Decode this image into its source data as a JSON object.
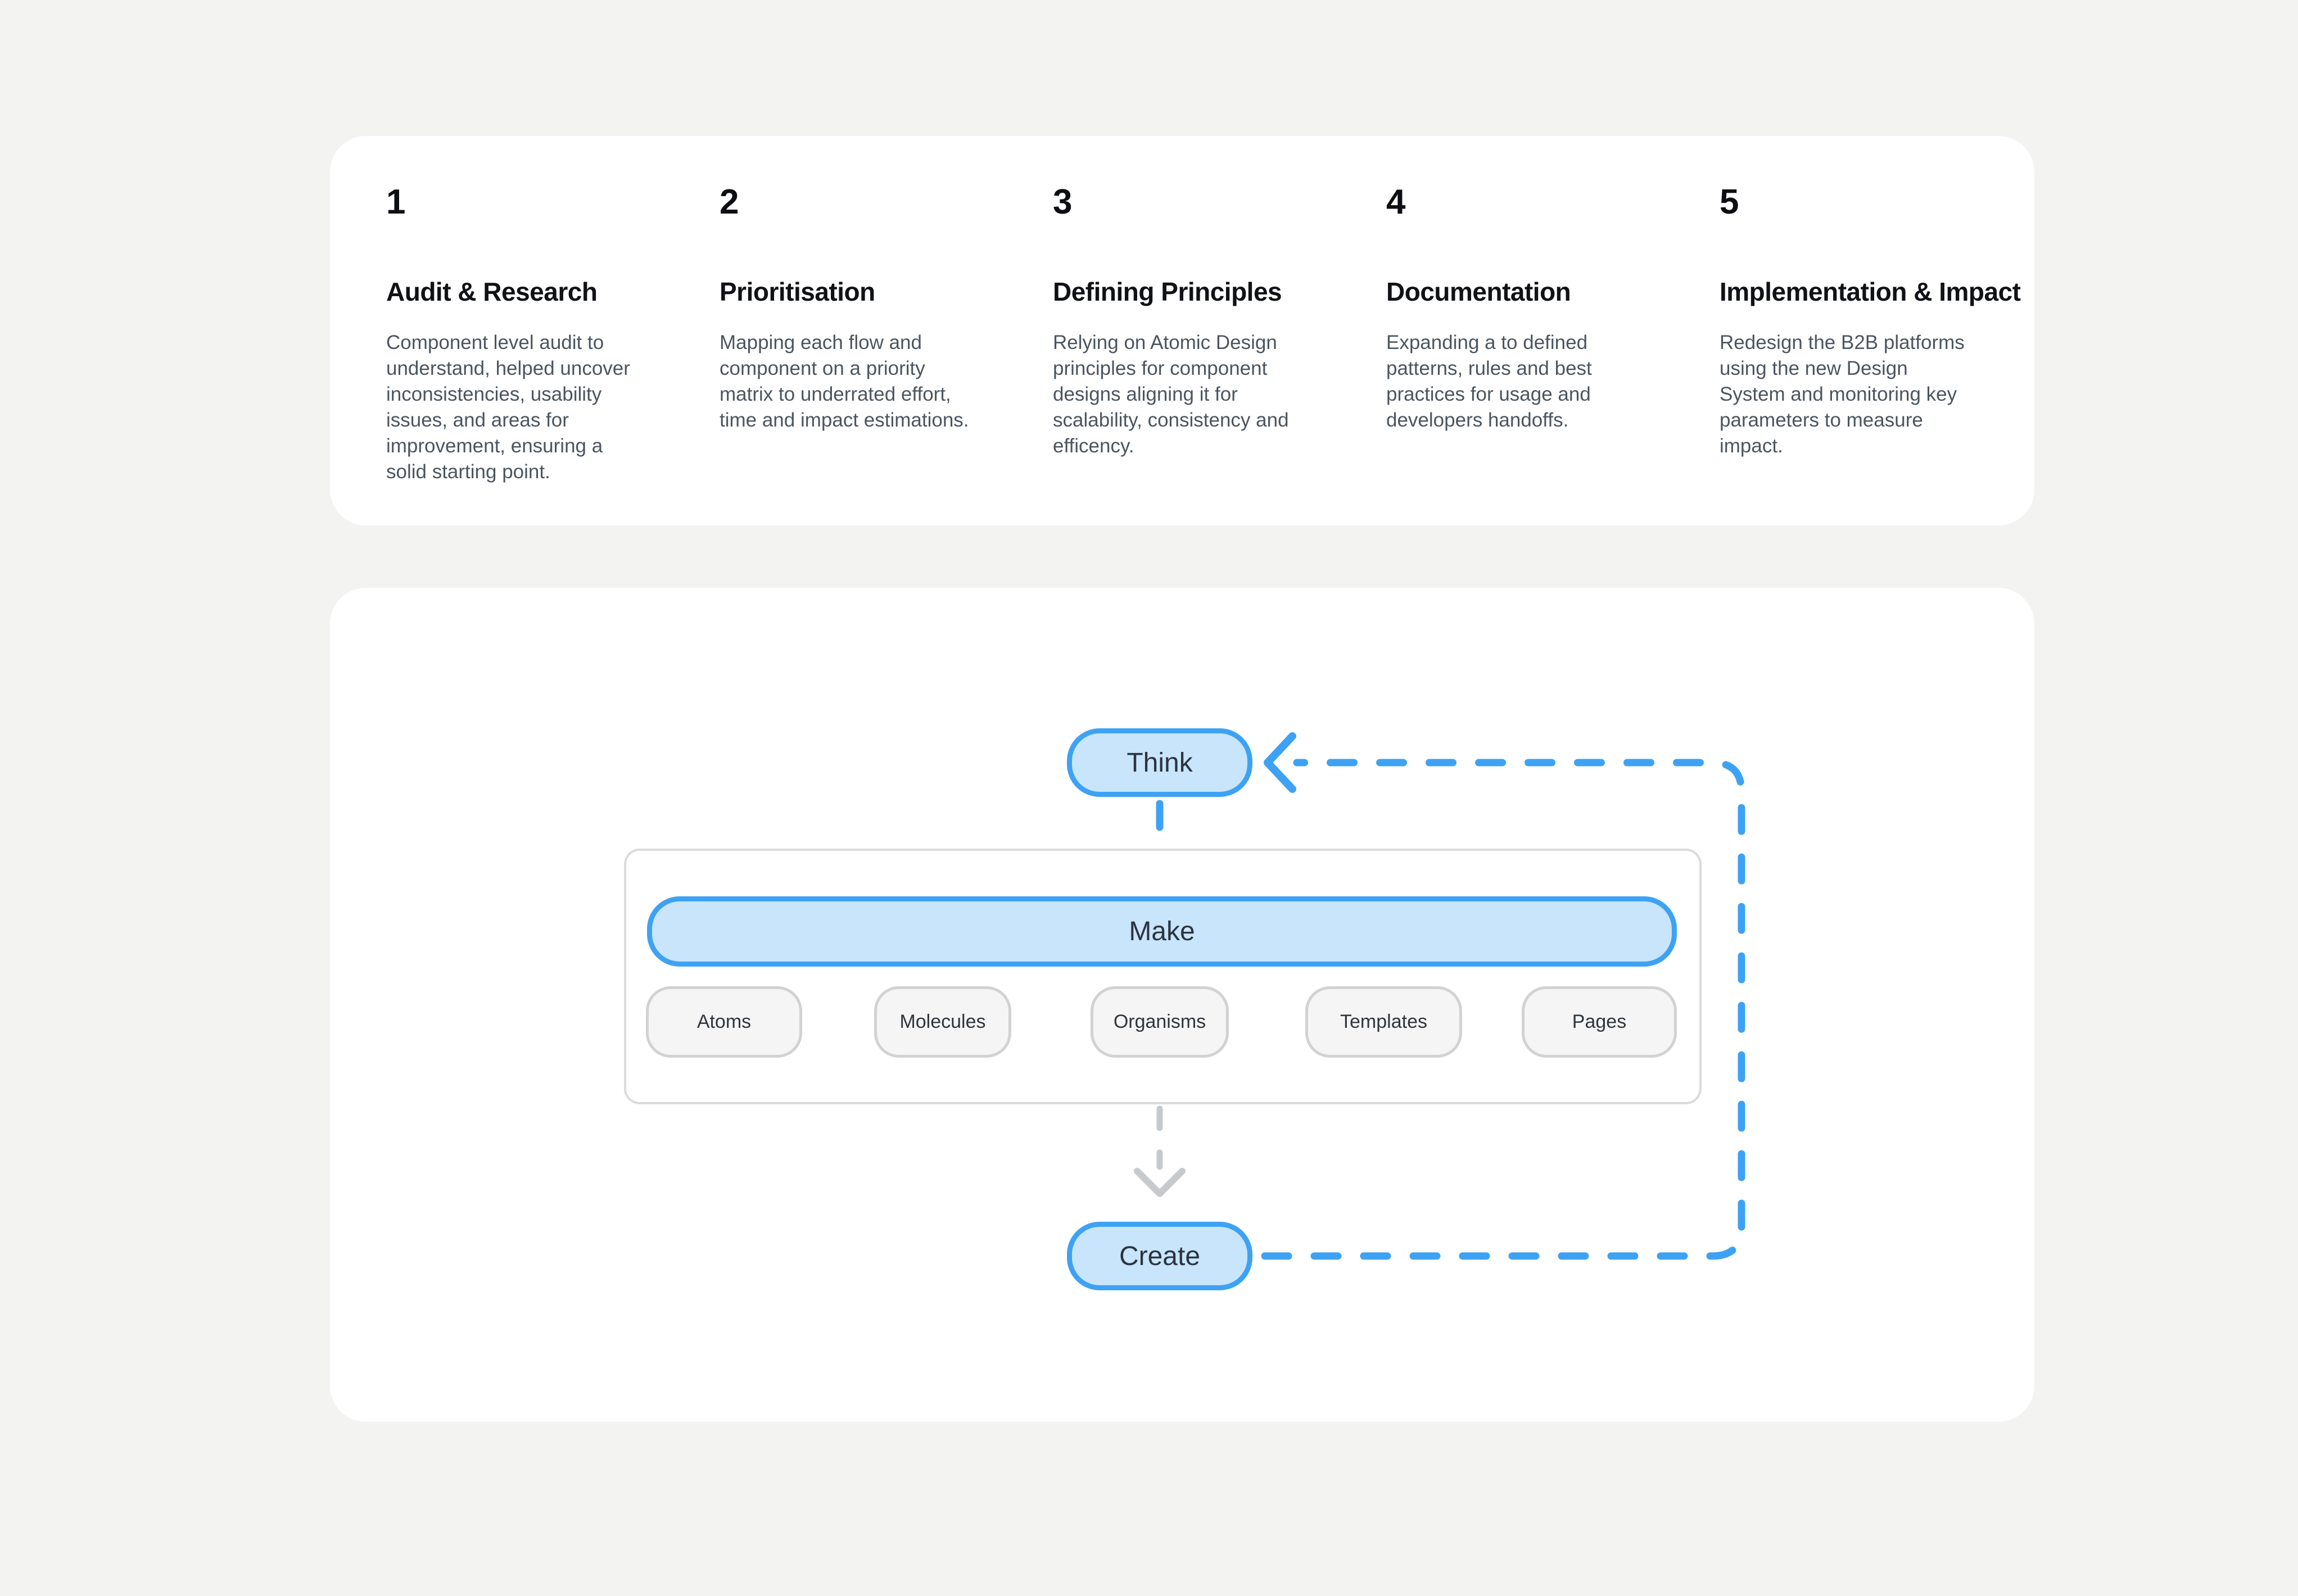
{
  "page": {
    "background_color": "#F3F3F1",
    "card_color": "#FFFFFF"
  },
  "process_card": {
    "steps": [
      {
        "number": "1",
        "title": "Audit & Research",
        "description": "Component level audit to understand, helped uncover inconsistencies, usability issues, and areas for improvement, ensuring a solid starting point."
      },
      {
        "number": "2",
        "title": "Prioritisation",
        "description": "Mapping each flow and component on a priority matrix to underrated effort, time and impact estimations."
      },
      {
        "number": "3",
        "title": "Defining Principles",
        "description": "Relying on Atomic Design principles for component designs aligning it for scalability, consistency and efficency."
      },
      {
        "number": "4",
        "title": "Documentation",
        "description": "Expanding a to defined patterns, rules and best practices for usage and developers handoffs."
      },
      {
        "number": "5",
        "title": "Implementation & Impact",
        "description": "Redesign the B2B platforms using the new Design System and monitoring key parameters to measure impact."
      }
    ]
  },
  "diagram_card": {
    "think_label": "Think",
    "make_label": "Make",
    "create_label": "Create",
    "atomic_stages": [
      "Atoms",
      "Molecules",
      "Organisms",
      "Templates",
      "Pages"
    ],
    "colors": {
      "accent_blue": "#3EA2F4",
      "node_fill": "#C8E5FB",
      "container_border": "#DBDBDB",
      "stage_box_fill": "#F5F5F5",
      "stage_box_border": "#D2D2D2",
      "connector_gray": "#C7CACD"
    }
  }
}
